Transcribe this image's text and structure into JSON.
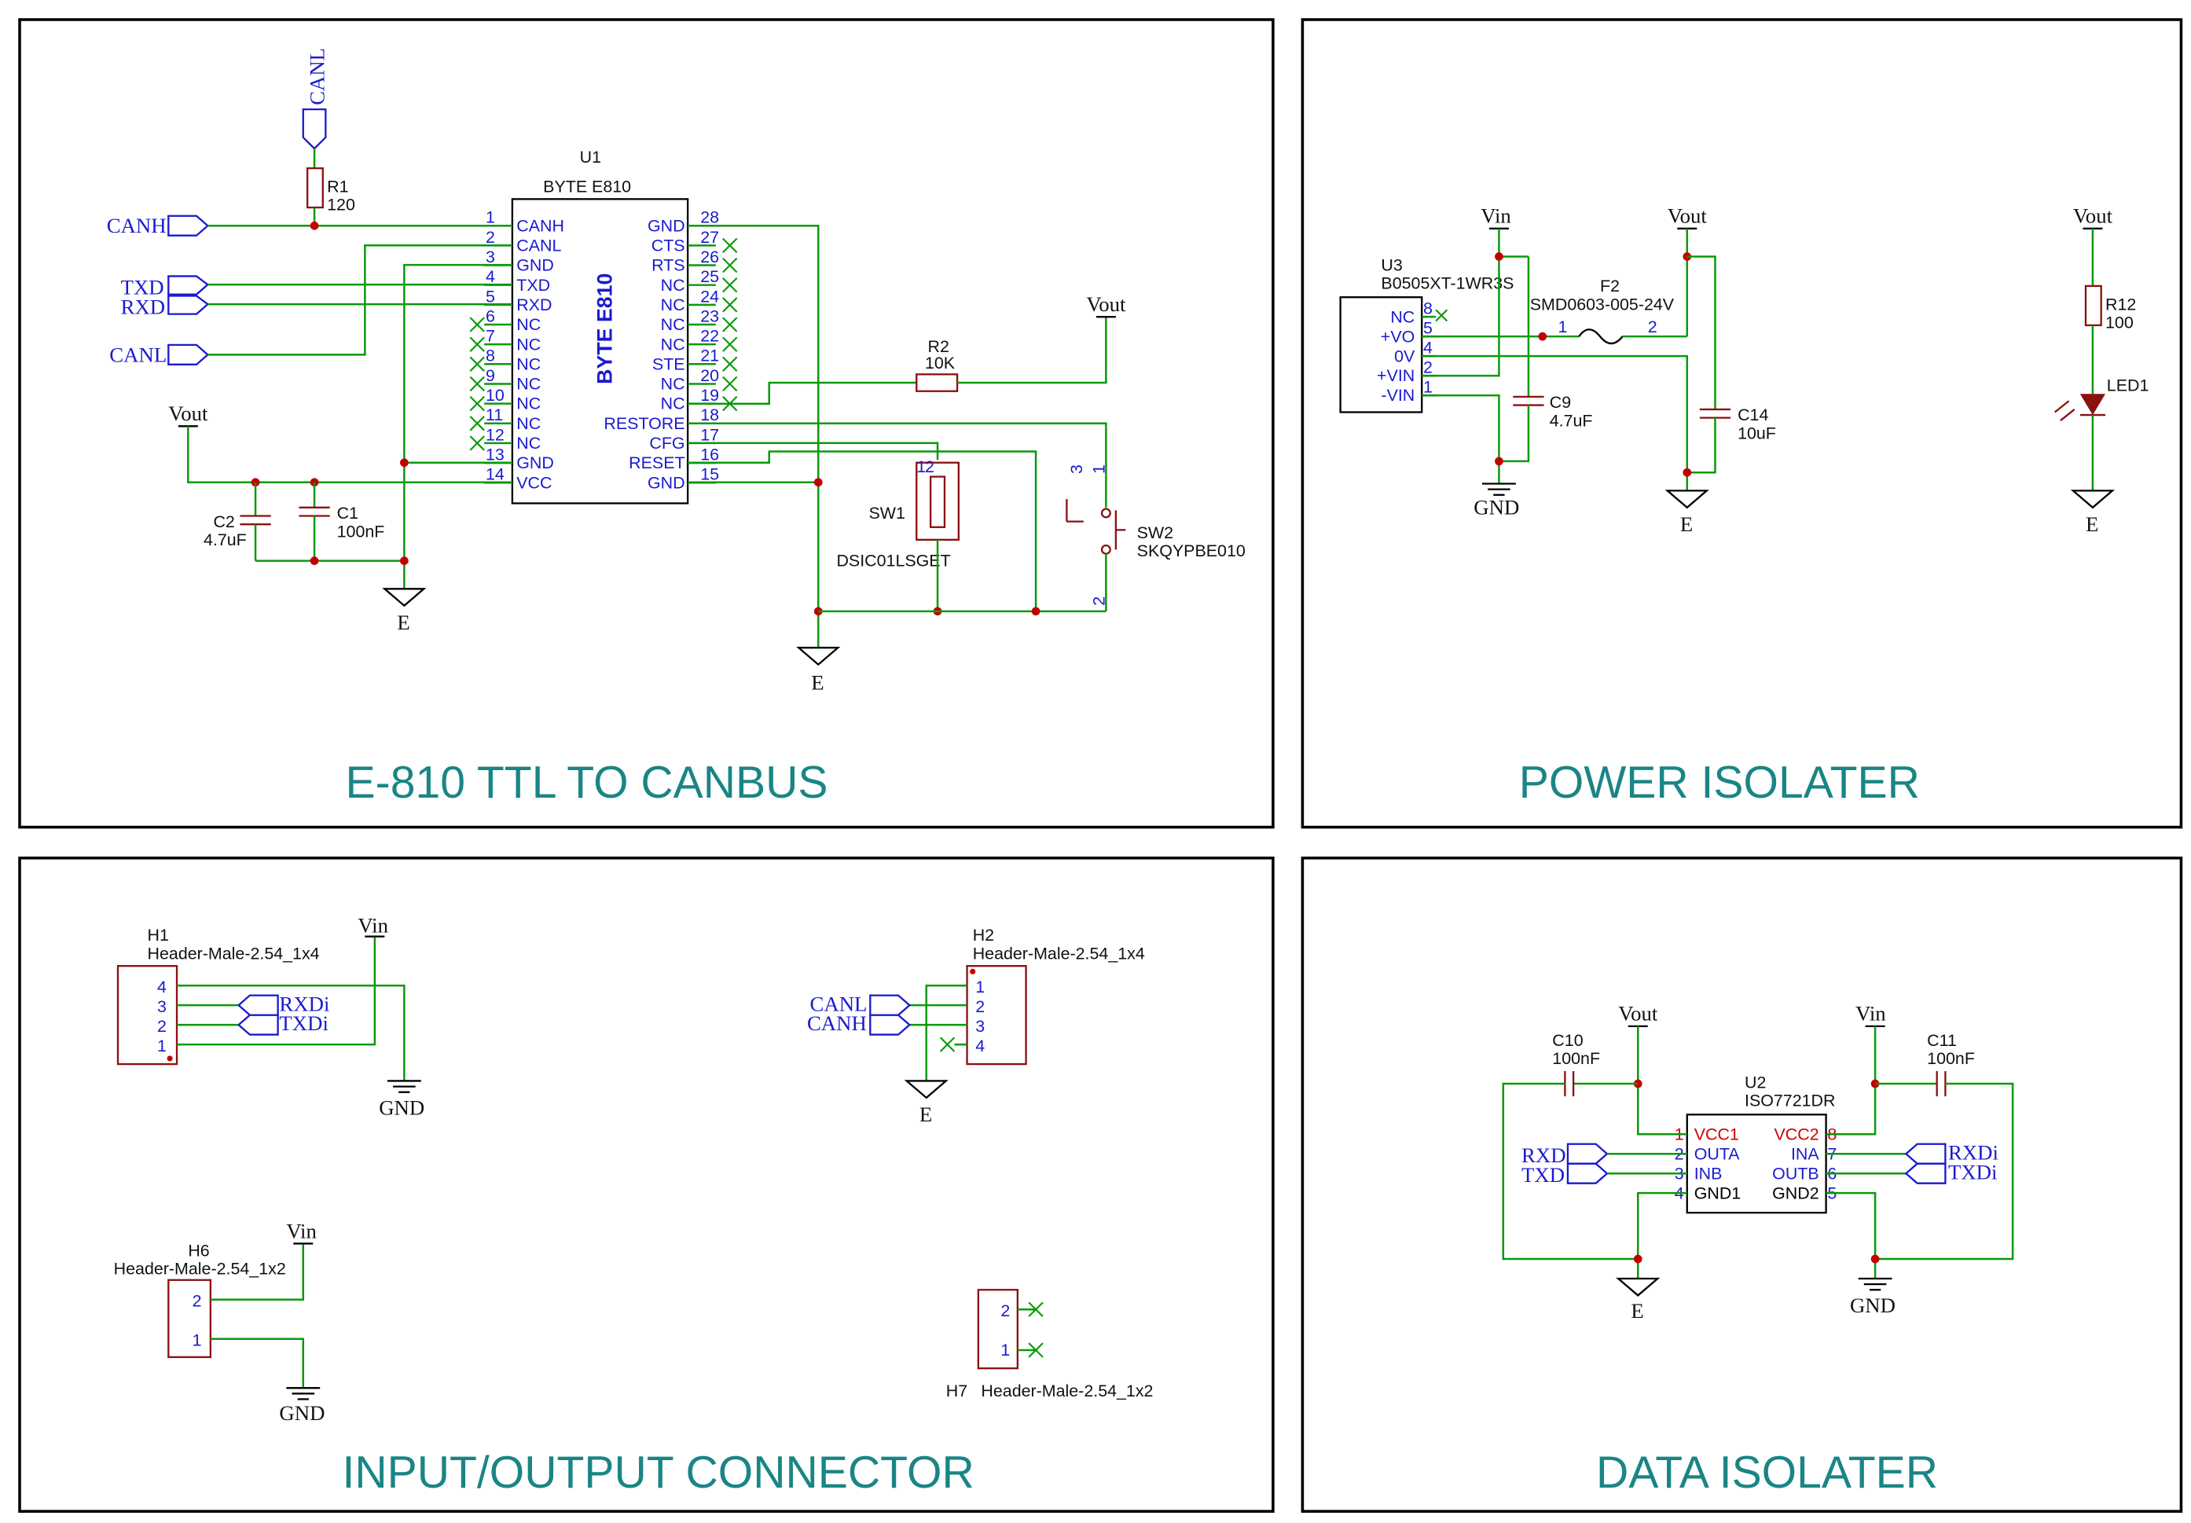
{
  "panels": {
    "canbus": "E-810 TTL TO CANBUS",
    "power": "POWER ISOLATER",
    "connector": "INPUT/OUTPUT CONNECTOR",
    "data": "DATA ISOLATER"
  },
  "nets": {
    "canl": "CANL",
    "canh": "CANH",
    "txd": "TXD",
    "rxd": "RXD",
    "rxdi": "RXDi",
    "txdi": "TXDi",
    "vout": "Vout",
    "vin": "Vin",
    "gnd": "GND",
    "e": "E"
  },
  "u1": {
    "ref": "U1",
    "value": "BYTE E810",
    "body_text": "BYTE E810",
    "left_pins": [
      {
        "num": "1",
        "name": "CANH"
      },
      {
        "num": "2",
        "name": "CANL"
      },
      {
        "num": "3",
        "name": "GND"
      },
      {
        "num": "4",
        "name": "TXD"
      },
      {
        "num": "5",
        "name": "RXD"
      },
      {
        "num": "6",
        "name": "NC"
      },
      {
        "num": "7",
        "name": "NC"
      },
      {
        "num": "8",
        "name": "NC"
      },
      {
        "num": "9",
        "name": "NC"
      },
      {
        "num": "10",
        "name": "NC"
      },
      {
        "num": "11",
        "name": "NC"
      },
      {
        "num": "12",
        "name": "NC"
      },
      {
        "num": "13",
        "name": "GND"
      },
      {
        "num": "14",
        "name": "VCC"
      }
    ],
    "right_pins": [
      {
        "num": "28",
        "name": "GND"
      },
      {
        "num": "27",
        "name": "CTS"
      },
      {
        "num": "26",
        "name": "RTS"
      },
      {
        "num": "25",
        "name": "NC"
      },
      {
        "num": "24",
        "name": "NC"
      },
      {
        "num": "23",
        "name": "NC"
      },
      {
        "num": "22",
        "name": "NC"
      },
      {
        "num": "21",
        "name": "STE"
      },
      {
        "num": "20",
        "name": "NC"
      },
      {
        "num": "19",
        "name": "NC"
      },
      {
        "num": "18",
        "name": "RESTORE"
      },
      {
        "num": "17",
        "name": "CFG"
      },
      {
        "num": "16",
        "name": "RESET"
      },
      {
        "num": "15",
        "name": "GND"
      }
    ]
  },
  "r1": {
    "ref": "R1",
    "value": "120"
  },
  "r2": {
    "ref": "R2",
    "value": "10K"
  },
  "c1": {
    "ref": "C1",
    "value": "100nF"
  },
  "c2": {
    "ref": "C2",
    "value": "4.7uF"
  },
  "sw1": {
    "ref": "SW1",
    "value": "DSIC01LSGET",
    "pins": [
      "1",
      "2"
    ]
  },
  "sw2": {
    "ref": "SW2",
    "value": "SKQYPBE010",
    "pins": [
      "3",
      "1",
      "2"
    ]
  },
  "u3": {
    "ref": "U3",
    "value": "B0505XT-1WR3S",
    "pins": [
      {
        "num": "8",
        "name": "NC"
      },
      {
        "num": "5",
        "name": "+VO"
      },
      {
        "num": "4",
        "name": "0V"
      },
      {
        "num": "2",
        "name": "+VIN"
      },
      {
        "num": "1",
        "name": "-VIN"
      }
    ]
  },
  "f2": {
    "ref": "F2",
    "value": "SMD0603-005-24V",
    "pins": [
      "1",
      "2"
    ]
  },
  "c9": {
    "ref": "C9",
    "value": "4.7uF"
  },
  "c14": {
    "ref": "C14",
    "value": "10uF"
  },
  "r12": {
    "ref": "R12",
    "value": "100"
  },
  "led1": {
    "ref": "LED1"
  },
  "h1": {
    "ref": "H1",
    "value": "Header-Male-2.54_1x4",
    "pins": [
      "4",
      "3",
      "2",
      "1"
    ]
  },
  "h2": {
    "ref": "H2",
    "value": "Header-Male-2.54_1x4",
    "pins": [
      "1",
      "2",
      "3",
      "4"
    ]
  },
  "h6": {
    "ref": "H6",
    "value": "Header-Male-2.54_1x2",
    "pins": [
      "2",
      "1"
    ]
  },
  "h7": {
    "ref": "H7",
    "value": "Header-Male-2.54_1x2",
    "pins": [
      "2",
      "1"
    ]
  },
  "c10": {
    "ref": "C10",
    "value": "100nF"
  },
  "c11": {
    "ref": "C11",
    "value": "100nF"
  },
  "u2": {
    "ref": "U2",
    "value": "ISO7721DR",
    "left_pins": [
      {
        "num": "1",
        "name": "VCC1"
      },
      {
        "num": "2",
        "name": "OUTA"
      },
      {
        "num": "3",
        "name": "INB"
      },
      {
        "num": "4",
        "name": "GND1"
      }
    ],
    "right_pins": [
      {
        "num": "8",
        "name": "VCC2"
      },
      {
        "num": "7",
        "name": "INA"
      },
      {
        "num": "6",
        "name": "OUTB"
      },
      {
        "num": "5",
        "name": "GND2"
      }
    ]
  },
  "colors": {
    "wire": "#0a9a0a",
    "symbol": "#8b1010",
    "junction": "#c40000",
    "label": "#1a1ad0",
    "title": "#1a8585"
  }
}
